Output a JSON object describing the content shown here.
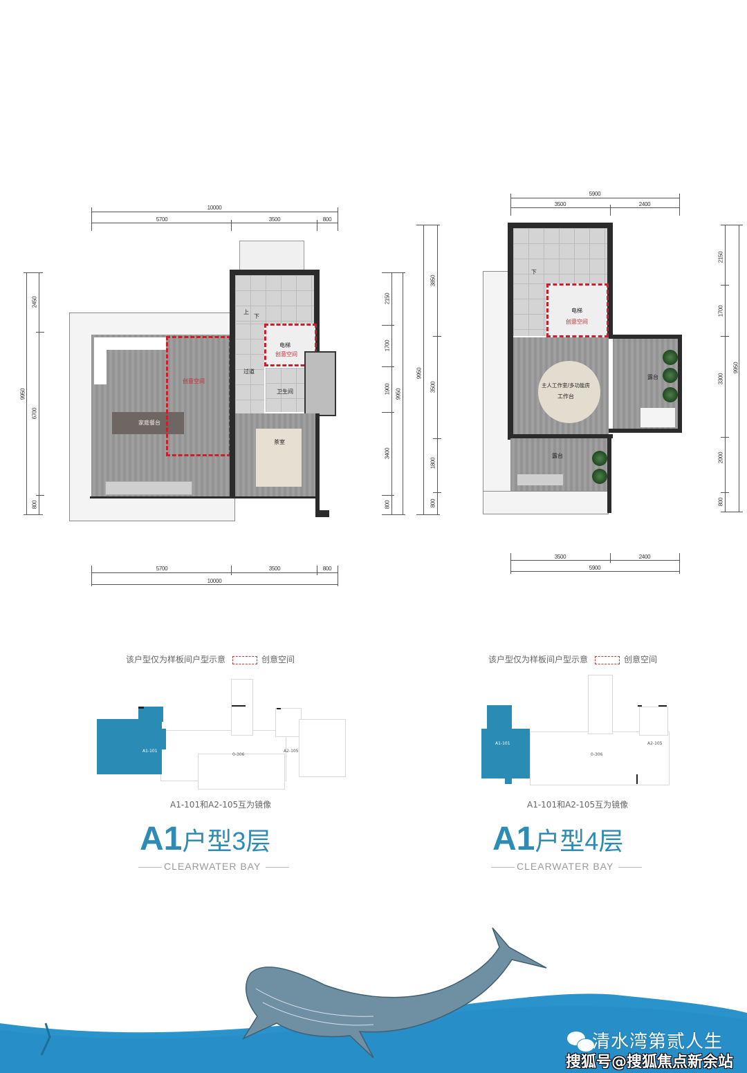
{
  "plan_3f": {
    "dims_top": {
      "total": "10000",
      "segments": [
        "5700",
        "3500",
        "800"
      ]
    },
    "dims_bottom": {
      "total": "10000",
      "segments": [
        "5700",
        "3500",
        "800"
      ]
    },
    "dims_left": {
      "total": "9950",
      "segments": [
        "2450",
        "6700",
        "800"
      ]
    },
    "dims_right_inner": {
      "total": "9950",
      "segments": [
        "2150",
        "1700",
        "1900",
        "3400",
        "800"
      ]
    },
    "dims_right_outer": {
      "total": "9950",
      "segments": [
        "3850",
        "3500",
        "1800",
        "800"
      ]
    },
    "rooms": {
      "creative_space": "创意空间",
      "dining_terrace": "家庭餐台",
      "elevator": "电梯",
      "elevator_creative": "创意空间",
      "corridor": "过道",
      "bathroom": "卫生间",
      "tea_room": "茶室",
      "stair_up": "上",
      "stair_down": "下"
    }
  },
  "plan_4f": {
    "dims_top": {
      "total": "5900",
      "segments": [
        "3500",
        "2400"
      ]
    },
    "dims_bottom": {
      "total": "5900",
      "segments": [
        "3500",
        "2400"
      ]
    },
    "dims_right_outer": {
      "total": "9950",
      "segments": [
        "2150",
        "1700",
        "3300",
        "2000",
        "800"
      ]
    },
    "rooms": {
      "stair_down": "下",
      "elevator": "电梯",
      "elevator_creative": "创意空间",
      "studio": "主人工作室/多功能房",
      "worktable": "工作台",
      "terrace_right": "露台",
      "terrace_bottom": "露台"
    }
  },
  "legend": {
    "note": "该户型仅为样板间户型示意",
    "creative_label": "创意空间",
    "creative_color": "#cc1f2a"
  },
  "keyplan_3f": {
    "unit_a": "A1-101",
    "unit_b": "A2-105",
    "core": "0-306",
    "caption": "A1-101和A2-105互为镜像"
  },
  "keyplan_4f": {
    "unit_a": "A1-101",
    "unit_b": "A2-105",
    "core": "0-306",
    "caption": "A1-101和A2-105互为镜像"
  },
  "titles": {
    "left": {
      "code": "A1",
      "name": "户型3层",
      "sub": "CLEARWATER BAY"
    },
    "right": {
      "code": "A1",
      "name": "户型4层",
      "sub": "CLEARWATER BAY"
    }
  },
  "colors": {
    "brand_blue": "#2d8bb4",
    "sea_blue": "#2a93cc",
    "highlight_blue": "#2a8bb5"
  },
  "footer": {
    "account_name": "清水湾第贰人生",
    "watermark": "搜狐号@搜狐焦点新余站"
  }
}
